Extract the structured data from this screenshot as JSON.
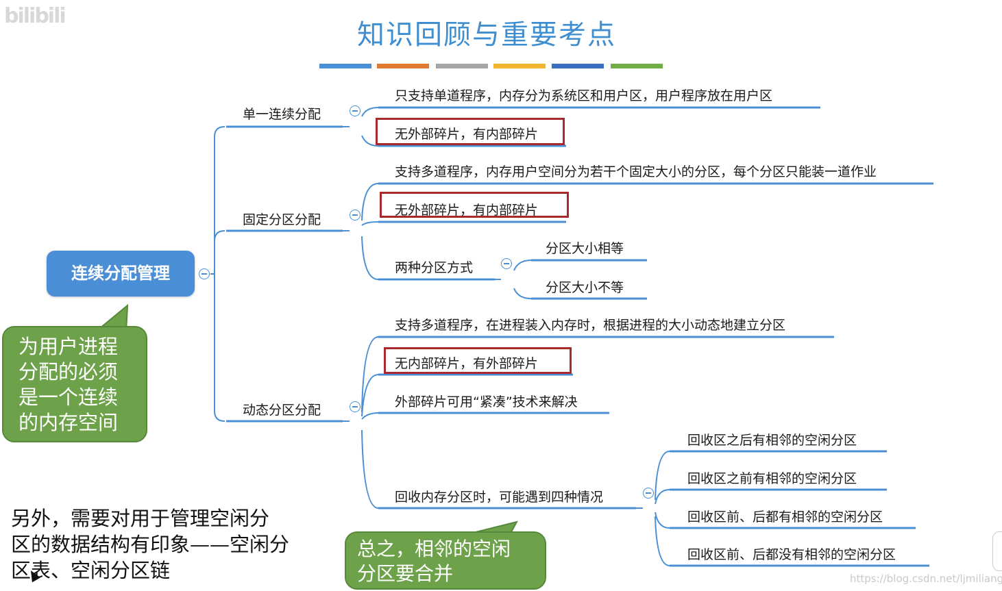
{
  "slide": {
    "title": "知识回顾与重要考点",
    "logo_text": "bilibili",
    "watermark": "https://blog.csdn.net/ljmiliang",
    "colors": {
      "accent_blue": "#4a8fd6",
      "title_blue": "#3d8fd1",
      "highlight_red": "#a8282c",
      "callout_green": "#6da24a",
      "color_bar": [
        "#4a90d9",
        "#e07a30",
        "#a5a5a5",
        "#f2b630",
        "#3a6cc0",
        "#70ad47"
      ]
    }
  },
  "mindmap": {
    "root": "连续分配管理",
    "single": {
      "label": "单一连续分配",
      "items": [
        "只支持单道程序，内存分为系统区和用户区，用户程序放在用户区",
        "无外部碎片，有内部碎片"
      ]
    },
    "fixed": {
      "label": "固定分区分配",
      "items": [
        "支持多道程序，内存用户空间分为若干个固定大小的分区，每个分区只能装一道作业",
        "无外部碎片，有内部碎片"
      ],
      "methods": {
        "label": "两种分区方式",
        "items": [
          "分区大小相等",
          "分区大小不等"
        ]
      }
    },
    "dynamic": {
      "label": "动态分区分配",
      "items": [
        "支持多道程序，在进程装入内存时，根据进程的大小动态地建立分区",
        "无内部碎片，有外部碎片",
        "外部碎片可用“紧凑”技术来解决"
      ],
      "recycle": {
        "label": "回收内存分区时，可能遇到四种情况",
        "items": [
          "回收区之后有相邻的空闲分区",
          "回收区之前有相邻的空闲分区",
          "回收区前、后都有相邻的空闲分区",
          "回收区前、后都没有相邻的空闲分区"
        ]
      }
    }
  },
  "callouts": {
    "left_lines": [
      "为用户进程",
      "分配的必须",
      "是一个连续",
      "的内存空间"
    ],
    "bottom_lines": [
      "总之，相邻的空闲",
      "分区要合并"
    ]
  },
  "note": {
    "lines": [
      "另外，需要对用于管理空闲分",
      "区的数据结构有印象——空闲分",
      "区表、空闲分区链"
    ]
  }
}
